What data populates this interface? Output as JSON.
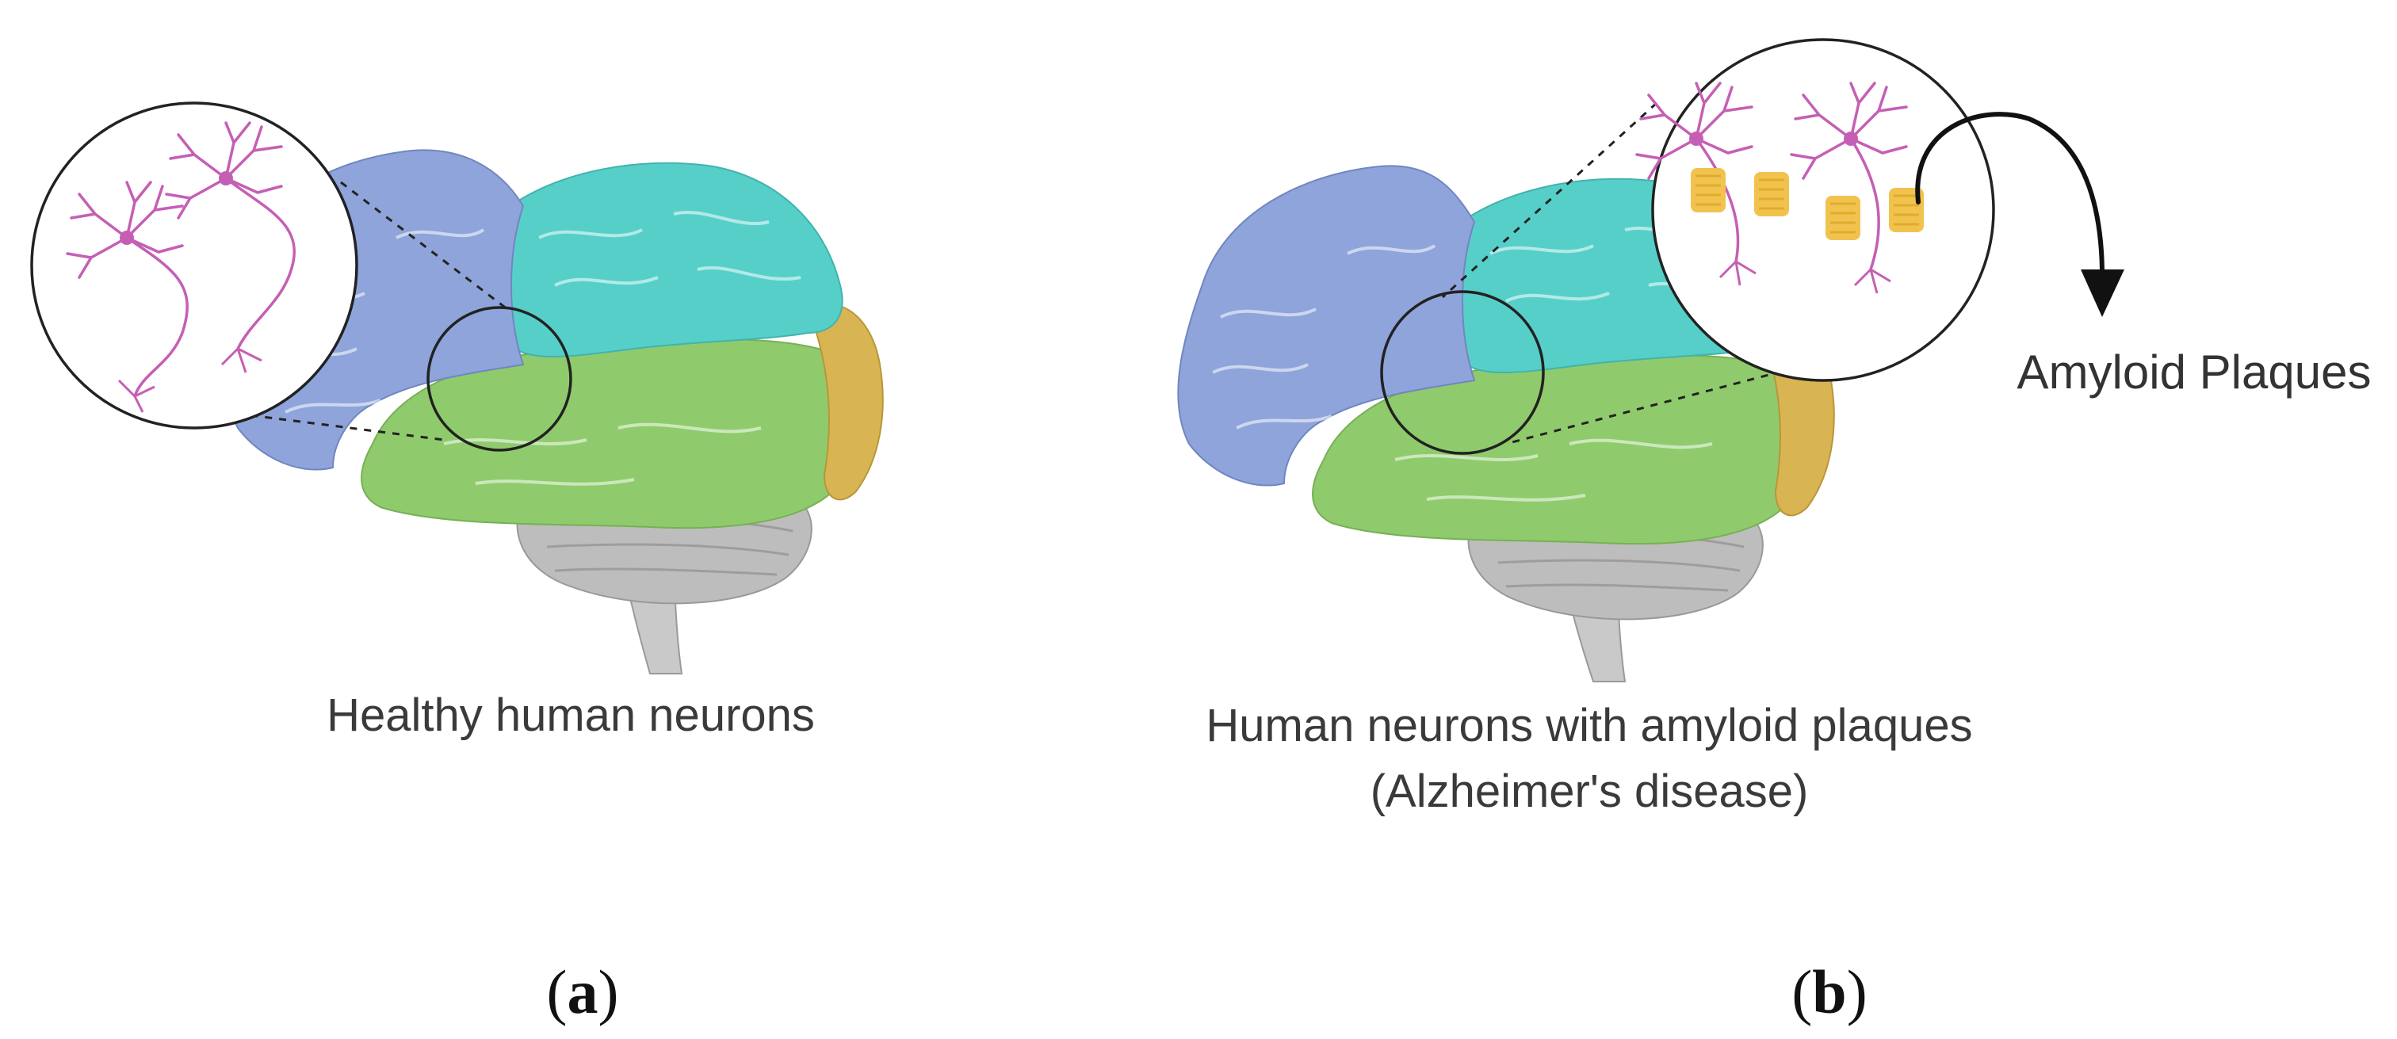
{
  "panels": [
    {
      "id": "a",
      "label_open": "(",
      "label_letter": "a",
      "label_close": ")",
      "caption_lines": [
        "Healthy human neurons"
      ]
    },
    {
      "id": "b",
      "label_open": "(",
      "label_letter": "b",
      "label_close": ")",
      "caption_lines": [
        "Human neurons with amyloid plaques",
        "(Alzheimer's disease)"
      ],
      "annotation": "Amyloid Plaques"
    }
  ],
  "colors": {
    "frontal_lobe": "#8EA4DA",
    "parietal_lobe": "#57CFC9",
    "occipital_lobe": "#D8B552",
    "temporal_lobe": "#8FCB6C",
    "cerebellum": "#BDBDBD",
    "brainstem": "#C9C9C9",
    "neuron": "#C55FB4",
    "plaque": "#F1C34E",
    "outline": "#222222"
  },
  "icons": [
    "brain-illustration",
    "neuron-icon",
    "amyloid-plaque-icon",
    "magnifier-circle",
    "curved-arrow-icon"
  ]
}
